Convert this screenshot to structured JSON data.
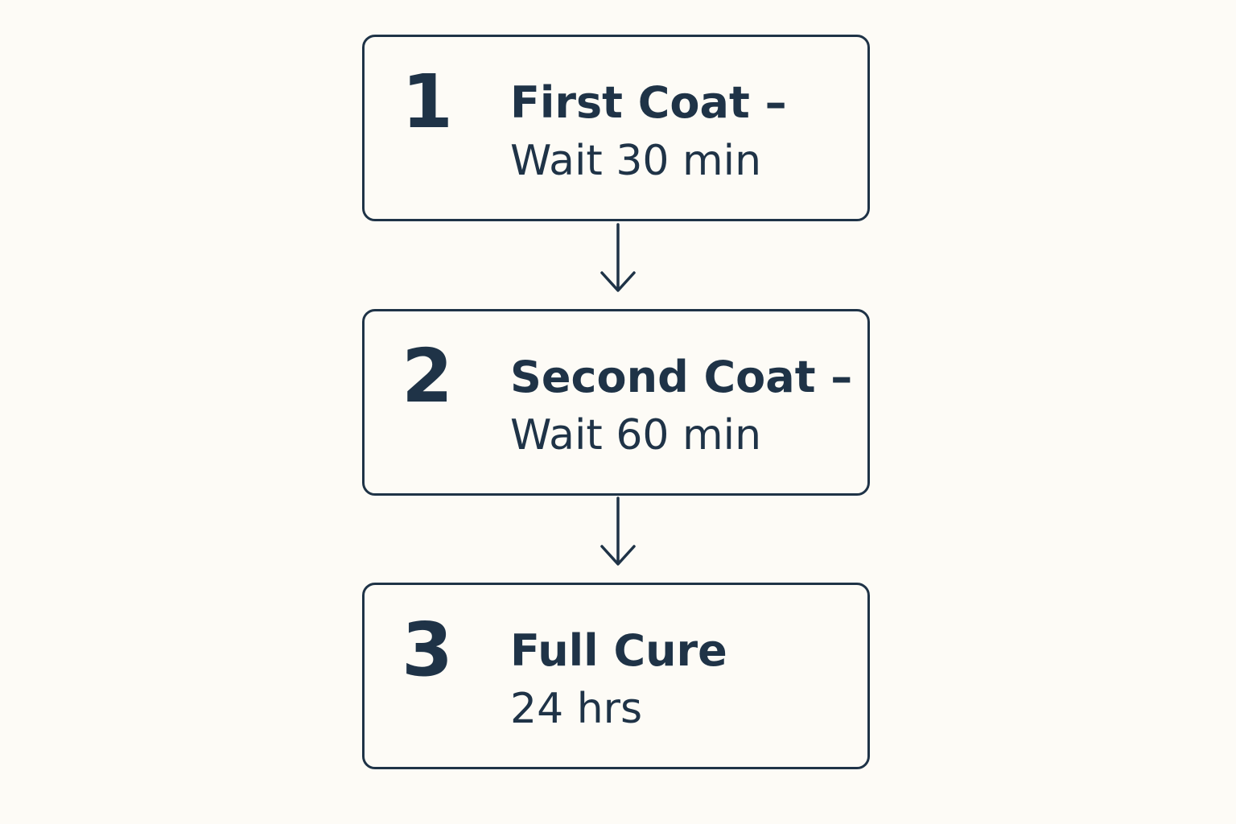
{
  "steps": [
    {
      "number": "1",
      "title": "First Coat –",
      "detail": "Wait 30 min"
    },
    {
      "number": "2",
      "title": "Second Coat –",
      "detail": "Wait 60 min"
    },
    {
      "number": "3",
      "title": "Full Cure",
      "detail": "24 hrs"
    }
  ],
  "colors": {
    "background": "#fdfbf6",
    "ink": "#1f3347"
  }
}
